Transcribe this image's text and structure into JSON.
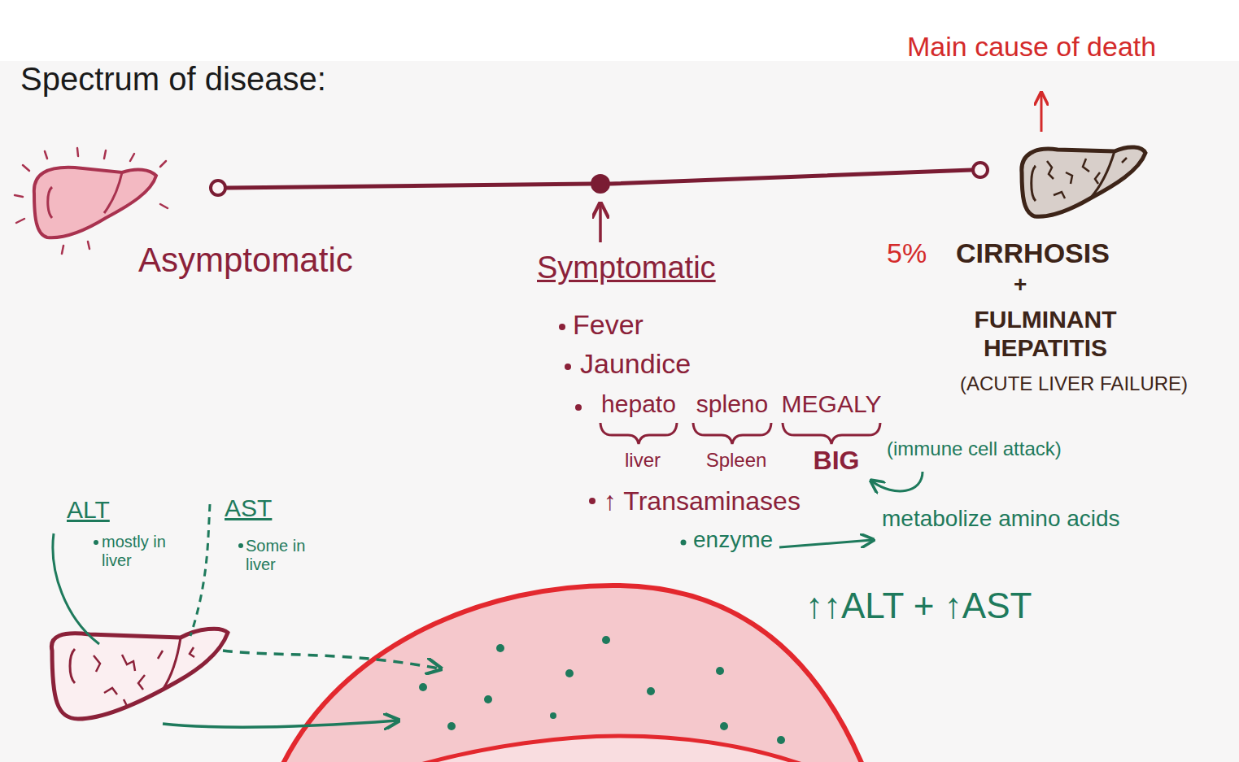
{
  "diagram": {
    "title": "Spectrum of disease:",
    "nodes": [
      {
        "text": [
          "Asymptomatic"
        ]
      },
      {
        "text": [
          "Symptomatic"
        ]
      },
      {
        "text": [
          "5%",
          "CIRRHOSIS",
          "+",
          "FULMINANT HEPATITIS",
          "(ACUTE LIVER FAILURE)"
        ]
      }
    ],
    "edges": [
      {
        "from": 0,
        "to": 1,
        "arrow": "none"
      },
      {
        "from": 1,
        "to": 2,
        "arrow": "none"
      }
    ],
    "labels": [
      "Main cause of death",
      "Fever",
      "Jaundice",
      "hepato",
      "spleno",
      "MEGALY",
      "liver",
      "Spleen",
      "BIG",
      "(immune cell attack)",
      "↑ Transaminases",
      "enzyme",
      "metabolize amino acids",
      "↑↑ALT + ↑AST",
      "ALT",
      "mostly in liver",
      "AST",
      "Some in liver"
    ]
  }
}
